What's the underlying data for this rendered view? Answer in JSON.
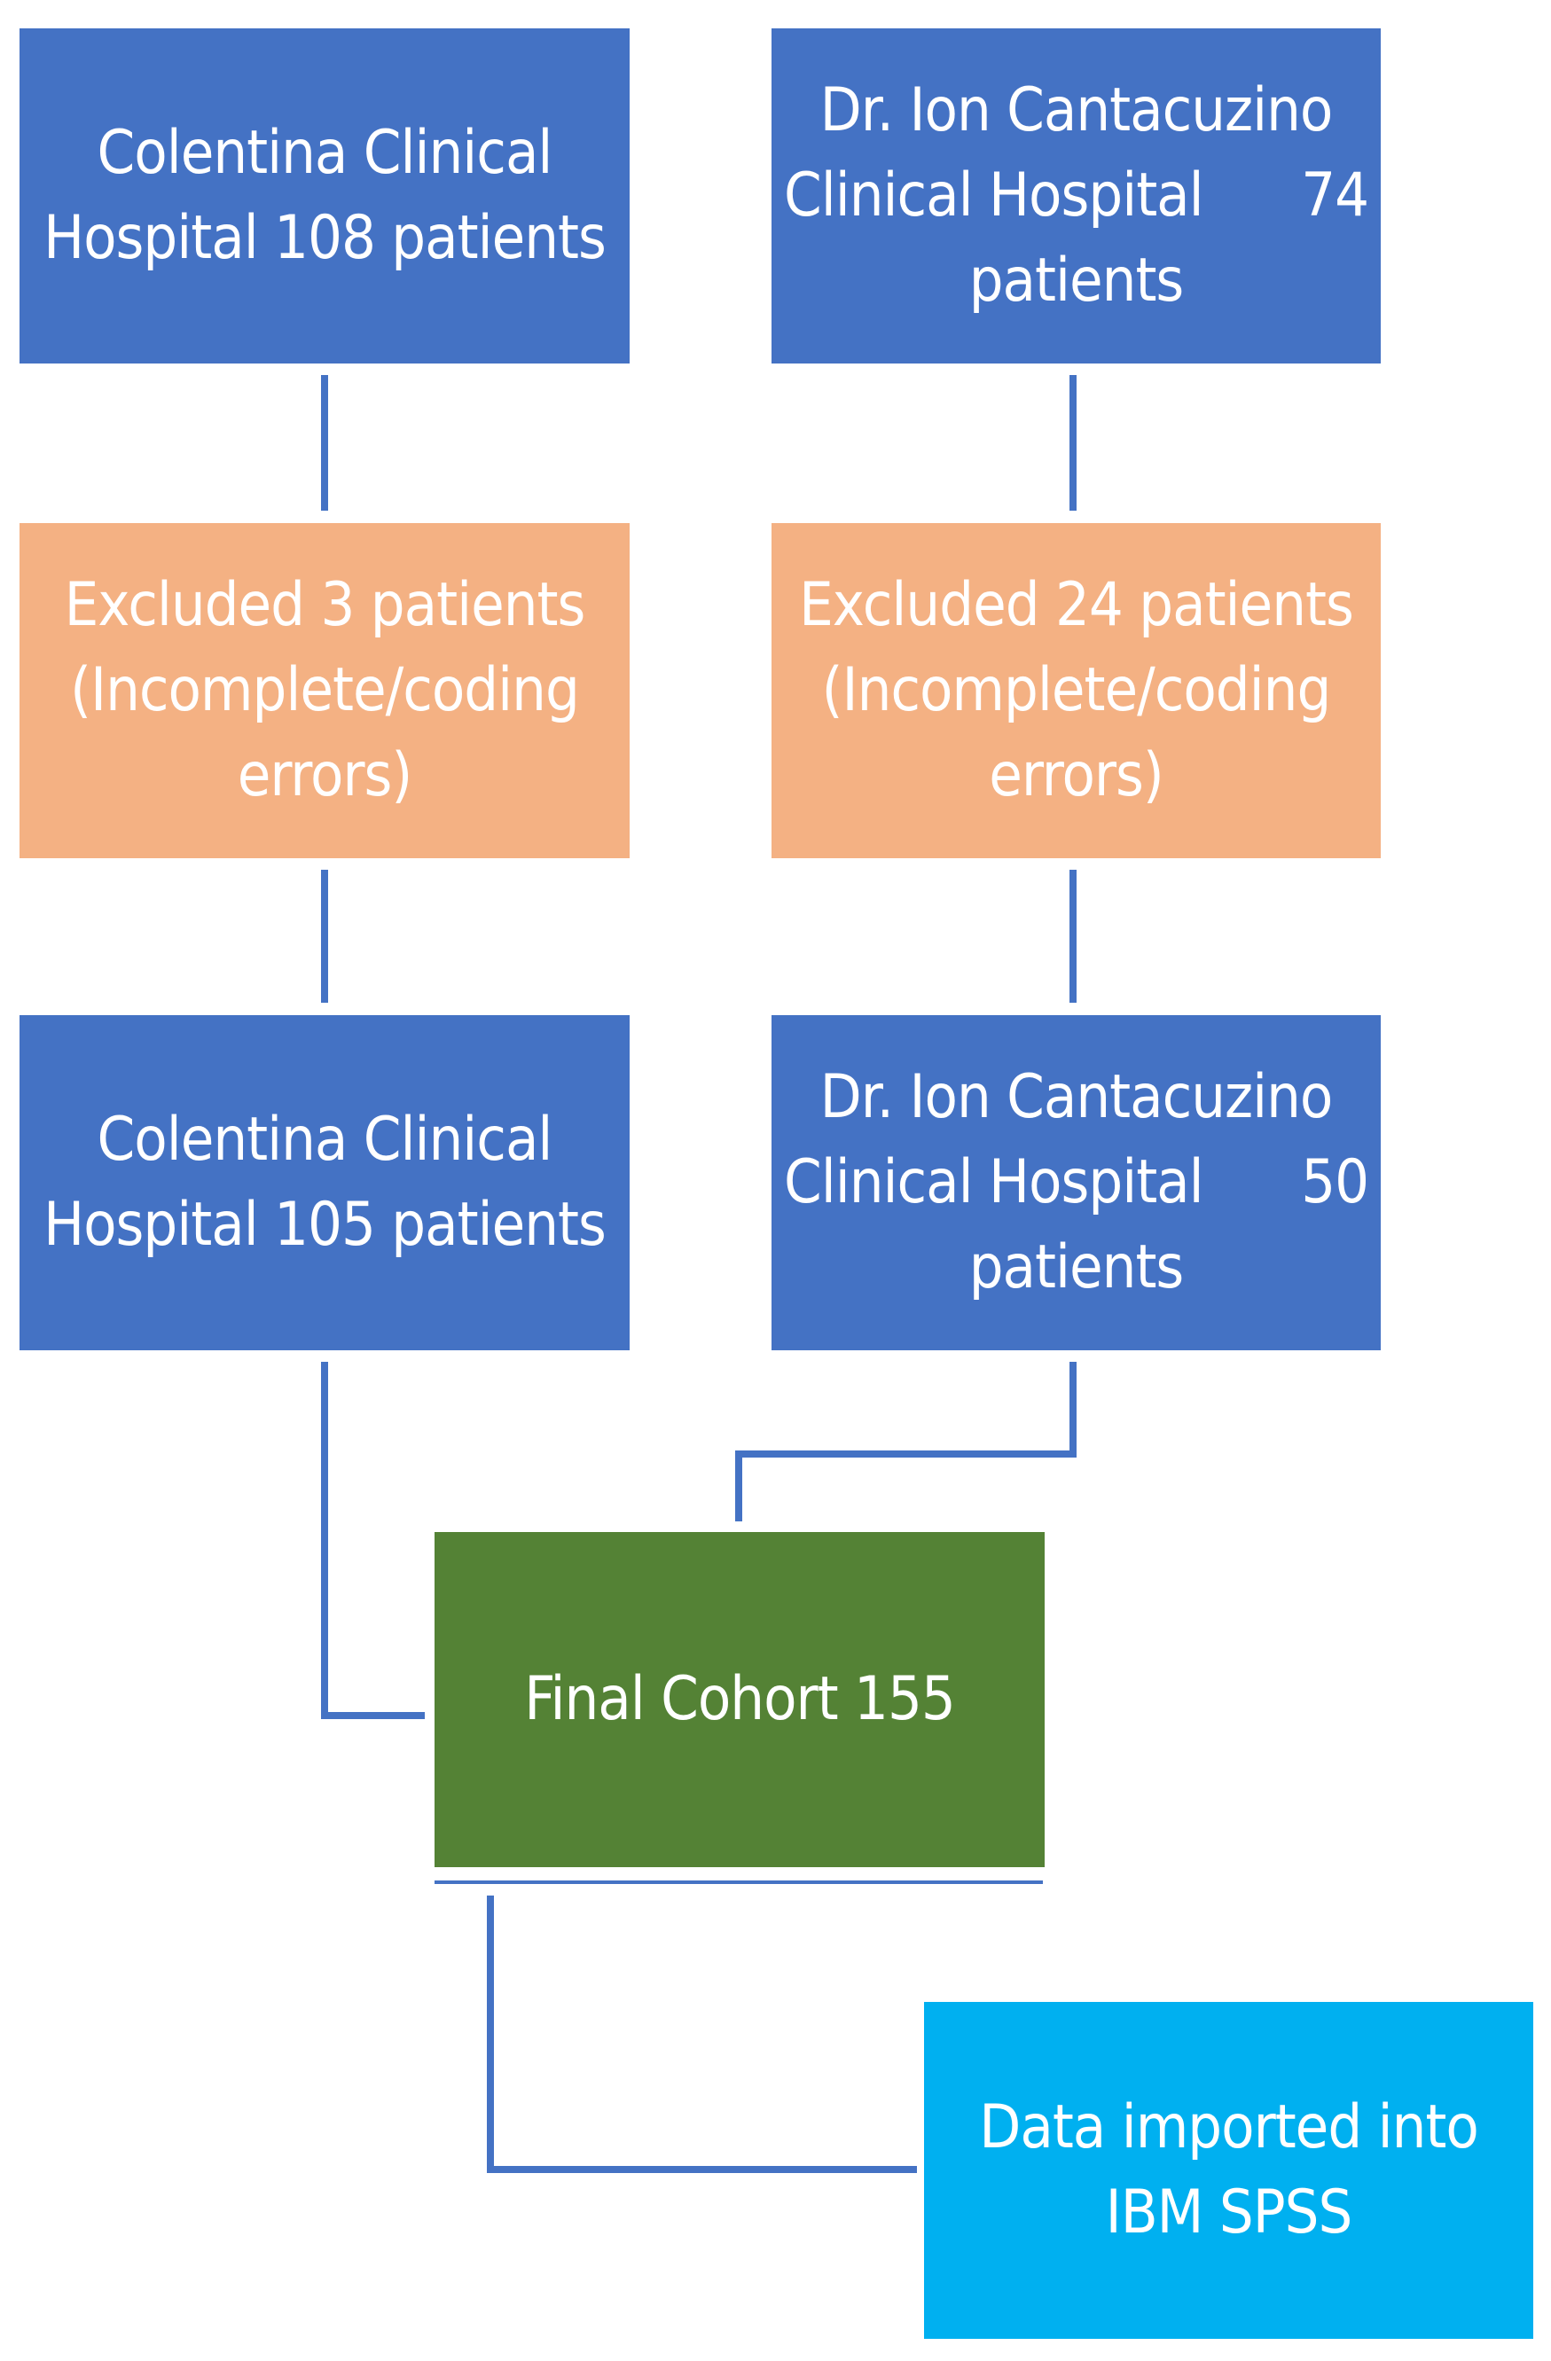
{
  "boxes": {
    "colentina_initial": [
      "Colentina Clinical",
      "Hospital 108 patients"
    ],
    "cantacuzino_initial": [
      "Dr. Ion Cantacuzino",
      "Clinical Hospital      74",
      "patients"
    ],
    "colentina_excluded": [
      "Excluded 3 patients",
      "(Incomplete/coding",
      "errors)"
    ],
    "cantacuzino_excluded": [
      "Excluded 24 patients",
      "(Incomplete/coding",
      "errors)"
    ],
    "colentina_final": [
      "Colentina Clinical",
      "Hospital 105 patients"
    ],
    "cantacuzino_final": [
      "Dr. Ion Cantacuzino",
      "Clinical Hospital      50",
      "patients"
    ],
    "final_cohort": [
      "Final Cohort 155"
    ],
    "spss": [
      "Data imported into",
      "IBM SPSS"
    ]
  },
  "colors": {
    "hospital_box": "#4472c4",
    "excluded_box": "#f4b183",
    "cohort_box": "#548235",
    "spss_box": "#00b0f0",
    "connector": "#4472c4"
  }
}
